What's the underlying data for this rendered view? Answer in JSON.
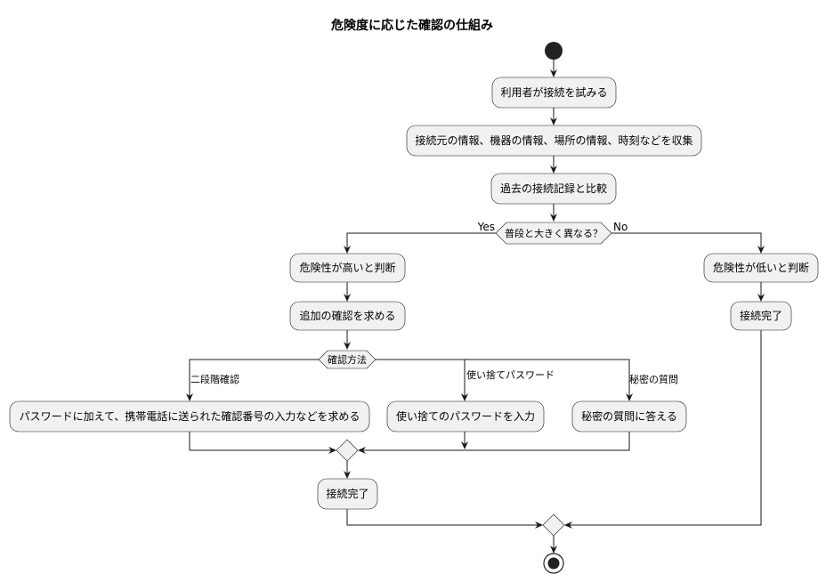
{
  "title": "危険度に応じた確認の仕組み",
  "nodes": {
    "attempt": "利用者が接続を試みる",
    "collect": "接続元の情報、機器の情報、場所の情報、時刻などを収集",
    "compare": "過去の接続記録と比較",
    "decision": "普段と大きく異なる？",
    "high_risk": "危険性が高いと判断",
    "request_more": "追加の確認を求める",
    "method": "確認方法",
    "two_step": "パスワードに加えて、携帯電話に送られた確認番号の入力などを求める",
    "one_time": "使い捨てのパスワードを入力",
    "secret_q": "秘密の質問に答える",
    "done_left": "接続完了",
    "low_risk": "危険性が低いと判断",
    "done_right": "接続完了"
  },
  "edge_labels": {
    "yes": "Yes",
    "no": "No",
    "two_step": "二段階確認",
    "one_time": "使い捨てパスワード",
    "secret_q": "秘密の質問"
  }
}
